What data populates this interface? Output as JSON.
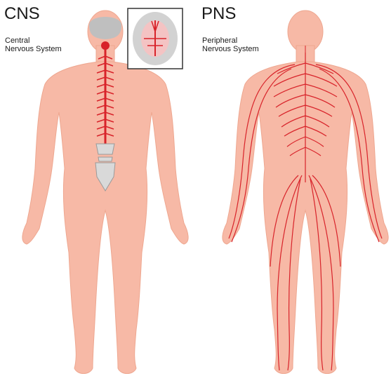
{
  "cns": {
    "title": "CNS",
    "line1": "Central",
    "line2": "Nervous System"
  },
  "pns": {
    "title": "PNS",
    "line1": "Peripheral",
    "line2": "Nervous System"
  },
  "colors": {
    "skin": "#f7b9a6",
    "skin_edge": "#eea790",
    "nerve": "#d8232a",
    "bone": "#d9d9d9",
    "brain": "#bfbfbf"
  },
  "icons": {
    "inset": "brain-cross-section-icon"
  }
}
